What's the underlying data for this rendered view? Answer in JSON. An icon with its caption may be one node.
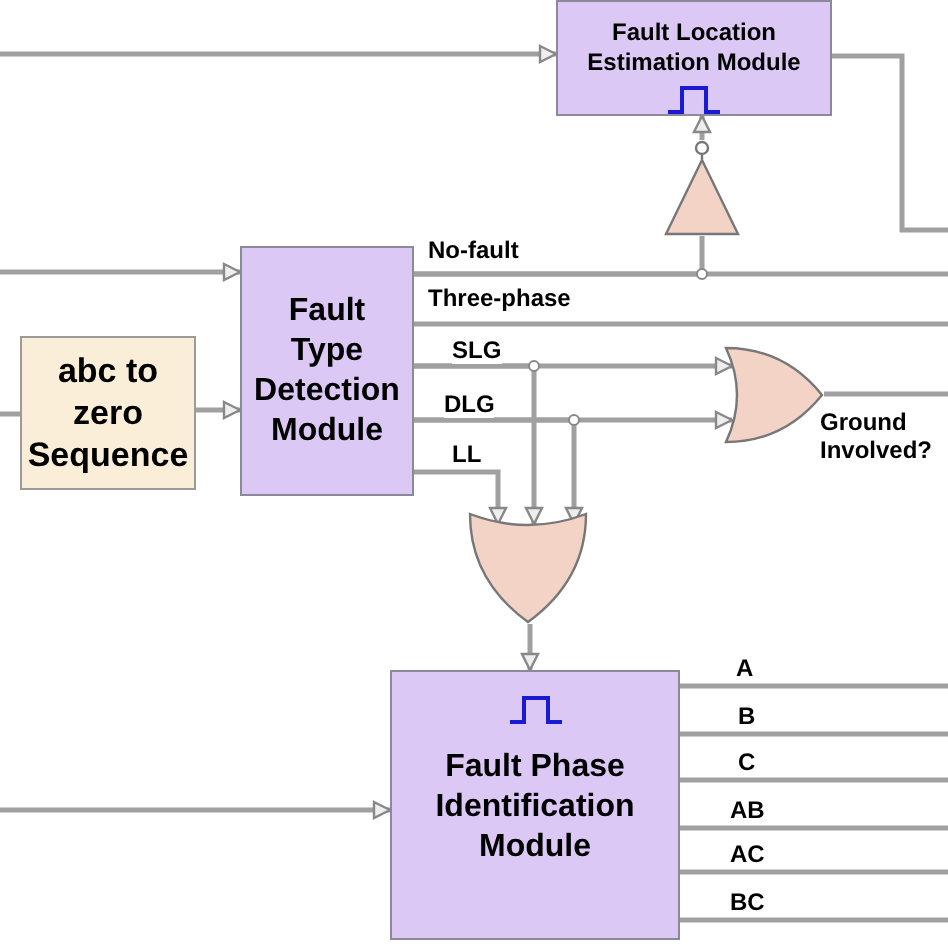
{
  "diagram": {
    "nodes": [
      {
        "text": [
          "Fault Location Estimation Module"
        ]
      },
      {
        "text": [],
        "shape": "triangle"
      },
      {
        "text": [
          "Fault Type Detection Module"
        ]
      },
      {
        "text": [
          "abc to zero Sequence"
        ]
      },
      {
        "text": [],
        "shape": "gate",
        "beside": [
          "Ground Involved?"
        ]
      },
      {
        "text": [],
        "shape": "gate"
      },
      {
        "text": [
          "Fault Phase Identification Module"
        ]
      }
    ],
    "edges": [
      {
        "from": null,
        "to": 0,
        "arrow": "to"
      },
      {
        "from": 1,
        "to": 0,
        "arrow": "to"
      },
      {
        "from": 0,
        "to": null,
        "arrow": "none"
      },
      {
        "from": null,
        "to": 2,
        "arrow": "to"
      },
      {
        "from": 2,
        "to": null,
        "arrow": "none",
        "label": "No-fault"
      },
      {
        "from": 2,
        "to": 1,
        "arrow": "none"
      },
      {
        "from": 2,
        "to": null,
        "arrow": "none",
        "label": "Three-phase"
      },
      {
        "from": 2,
        "to": 4,
        "arrow": "to",
        "label": "SLG"
      },
      {
        "from": 2,
        "to": 5,
        "arrow": "to"
      },
      {
        "from": 2,
        "to": 4,
        "arrow": "to",
        "label": "DLG"
      },
      {
        "from": 2,
        "to": 5,
        "arrow": "to"
      },
      {
        "from": 2,
        "to": 5,
        "arrow": "to",
        "label": "LL"
      },
      {
        "from": 4,
        "to": null,
        "arrow": "none"
      },
      {
        "from": null,
        "to": 3,
        "arrow": "none"
      },
      {
        "from": 3,
        "to": 2,
        "arrow": "to"
      },
      {
        "from": 5,
        "to": 6,
        "arrow": "to"
      },
      {
        "from": null,
        "to": 6,
        "arrow": "to"
      },
      {
        "from": 6,
        "to": null,
        "arrow": "none",
        "label": "A"
      },
      {
        "from": 6,
        "to": null,
        "arrow": "none",
        "label": "B"
      },
      {
        "from": 6,
        "to": null,
        "arrow": "none",
        "label": "C"
      },
      {
        "from": 6,
        "to": null,
        "arrow": "none",
        "label": "AB"
      },
      {
        "from": 6,
        "to": null,
        "arrow": "none",
        "label": "AC"
      },
      {
        "from": 6,
        "to": null,
        "arrow": "none",
        "label": "BC"
      }
    ]
  }
}
